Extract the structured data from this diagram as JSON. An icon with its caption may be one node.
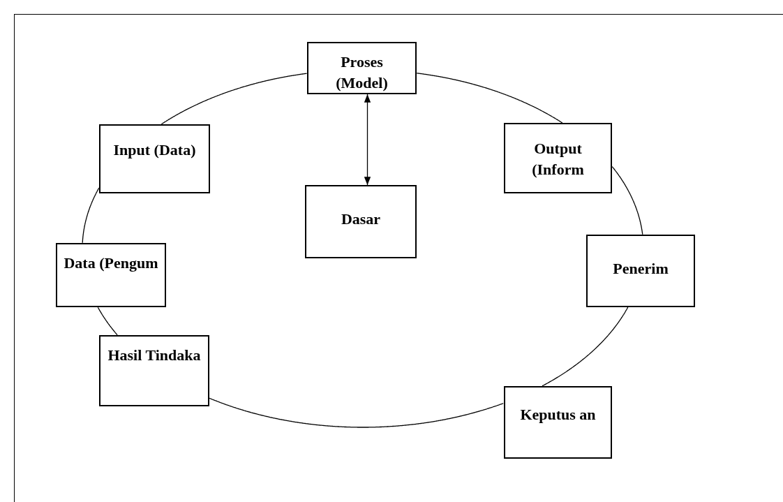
{
  "diagram": {
    "nodes": [
      {
        "text": [
          "Proses (Model)"
        ]
      },
      {
        "text": [
          "Input (Data)"
        ]
      },
      {
        "text": [
          "Output (Inform"
        ]
      },
      {
        "text": [
          "Dasar"
        ]
      },
      {
        "text": [
          "Data (Pengum"
        ]
      },
      {
        "text": [
          "Penerim"
        ]
      },
      {
        "text": [
          "Hasil Tindaka"
        ]
      },
      {
        "text": [
          "Keputus an"
        ]
      }
    ],
    "edges": [
      {
        "from": 0,
        "to": 2,
        "arrow": "none"
      },
      {
        "from": 2,
        "to": 5,
        "arrow": "none"
      },
      {
        "from": 5,
        "to": 7,
        "arrow": "none"
      },
      {
        "from": 7,
        "to": 6,
        "arrow": "none"
      },
      {
        "from": 6,
        "to": 4,
        "arrow": "none"
      },
      {
        "from": 4,
        "to": 1,
        "arrow": "none"
      },
      {
        "from": 1,
        "to": 0,
        "arrow": "none"
      },
      {
        "from": 0,
        "to": 3,
        "arrow": "both"
      }
    ]
  }
}
